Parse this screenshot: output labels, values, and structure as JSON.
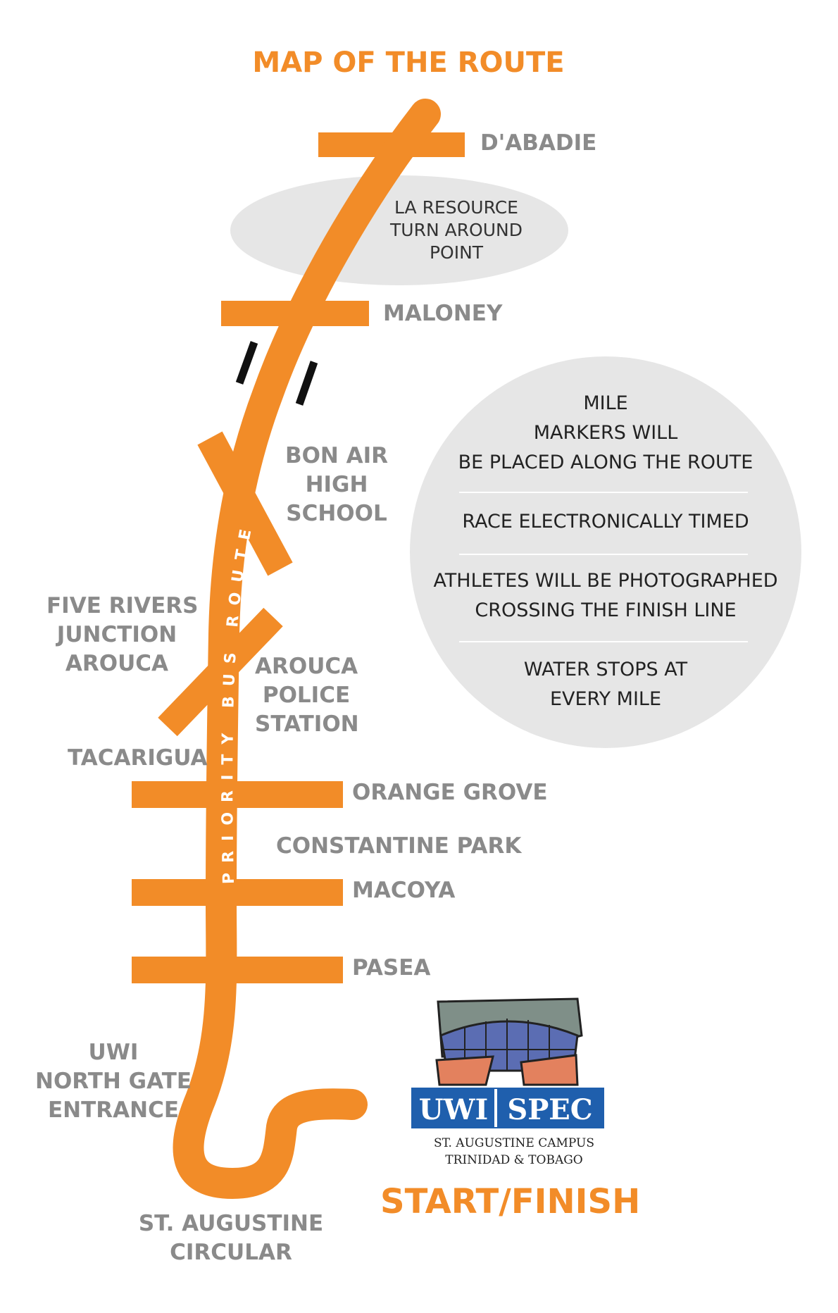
{
  "title": "MAP OF THE ROUTE",
  "colors": {
    "route": "#f28c28",
    "label_gray": "#8a8a8a",
    "bubble_gray": "#e6e6e6",
    "logo_blue": "#1f5fad"
  },
  "places": {
    "dabadie": "D'ABADIE",
    "maloney": "MALONEY",
    "bon_air": [
      "BON AIR",
      "HIGH",
      "SCHOOL"
    ],
    "five_rivers": [
      "FIVE RIVERS",
      "JUNCTION",
      "AROUCA"
    ],
    "arouca_police": [
      "AROUCA",
      "POLICE",
      "STATION"
    ],
    "tacarigua": "TACARIGUA",
    "orange_grove": "ORANGE GROVE",
    "constantine_park": "CONSTANTINE PARK",
    "macoya": "MACOYA",
    "pasea": "PASEA",
    "uwi_north_gate": [
      "UWI",
      "NORTH GATE",
      "ENTRANCE"
    ],
    "st_augustine_circular": [
      "ST. AUGUSTINE",
      "CIRCULAR"
    ]
  },
  "turnaround": [
    "LA RESOURCE",
    "TURN AROUND",
    "POINT"
  ],
  "route_label": "PRIORITY BUS ROUTE",
  "info": {
    "mile_markers": [
      "MILE",
      "MARKERS WILL",
      "BE PLACED ALONG THE ROUTE"
    ],
    "timed": "RACE ELECTRONICALLY TIMED",
    "photographed": [
      "ATHLETES WILL BE PHOTOGRAPHED",
      "CROSSING THE FINISH LINE"
    ],
    "water": [
      "WATER STOPS AT",
      "EVERY MILE"
    ]
  },
  "logo": {
    "brand_left": "UWI",
    "brand_right": "SPEC",
    "campus": "ST. AUGUSTINE CAMPUS",
    "country": "TRINIDAD & TOBAGO"
  },
  "start_finish": "START/FINISH"
}
